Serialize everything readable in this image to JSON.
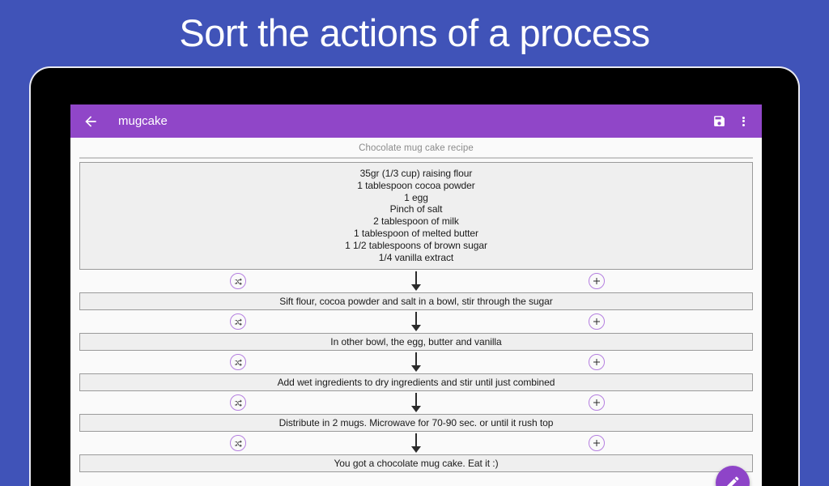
{
  "hero": {
    "title": "Sort the actions of a process",
    "background_color": "#4053b8",
    "text_color": "#ffffff"
  },
  "app": {
    "accent_color": "#9046c8",
    "fab_color": "#8e44c8",
    "icon_outline_color": "#b57fe0",
    "surface_color": "#fafafa",
    "box_fill_color": "#efefef",
    "box_border_color": "#9a9a9a"
  },
  "appbar": {
    "back_icon": "arrow-left-icon",
    "title": "mugcake",
    "save_icon": "floppy-disk-save-icon",
    "overflow_icon": "more-vertical-icon"
  },
  "recipe": {
    "subtitle": "Chocolate mug cake recipe",
    "ingredients": [
      "35gr (1/3 cup) raising flour",
      "1 tablespoon cocoa powder",
      "1 egg",
      "Pinch of salt",
      "2 tablespoon of milk",
      "1 tablespoon of melted butter",
      "1 1/2 tablespoons of brown sugar",
      "1/4 vanilla extract"
    ],
    "steps": [
      "Sift flour, cocoa powder and salt in a bowl, stir through the sugar",
      "In other bowl, the egg, butter and vanilla",
      "Add wet ingredients to dry ingredients and stir until just combined",
      "Distribute in 2 mugs. Microwave for 70-90 sec. or until it rush top",
      "You got a chocolate mug cake. Eat it :)"
    ]
  },
  "connector": {
    "shuffle_icon": "shuffle-icon",
    "add_icon": "plus-circle-icon",
    "arrow_icon": "arrow-down-icon"
  },
  "fab": {
    "icon": "pencil-edit-icon"
  }
}
